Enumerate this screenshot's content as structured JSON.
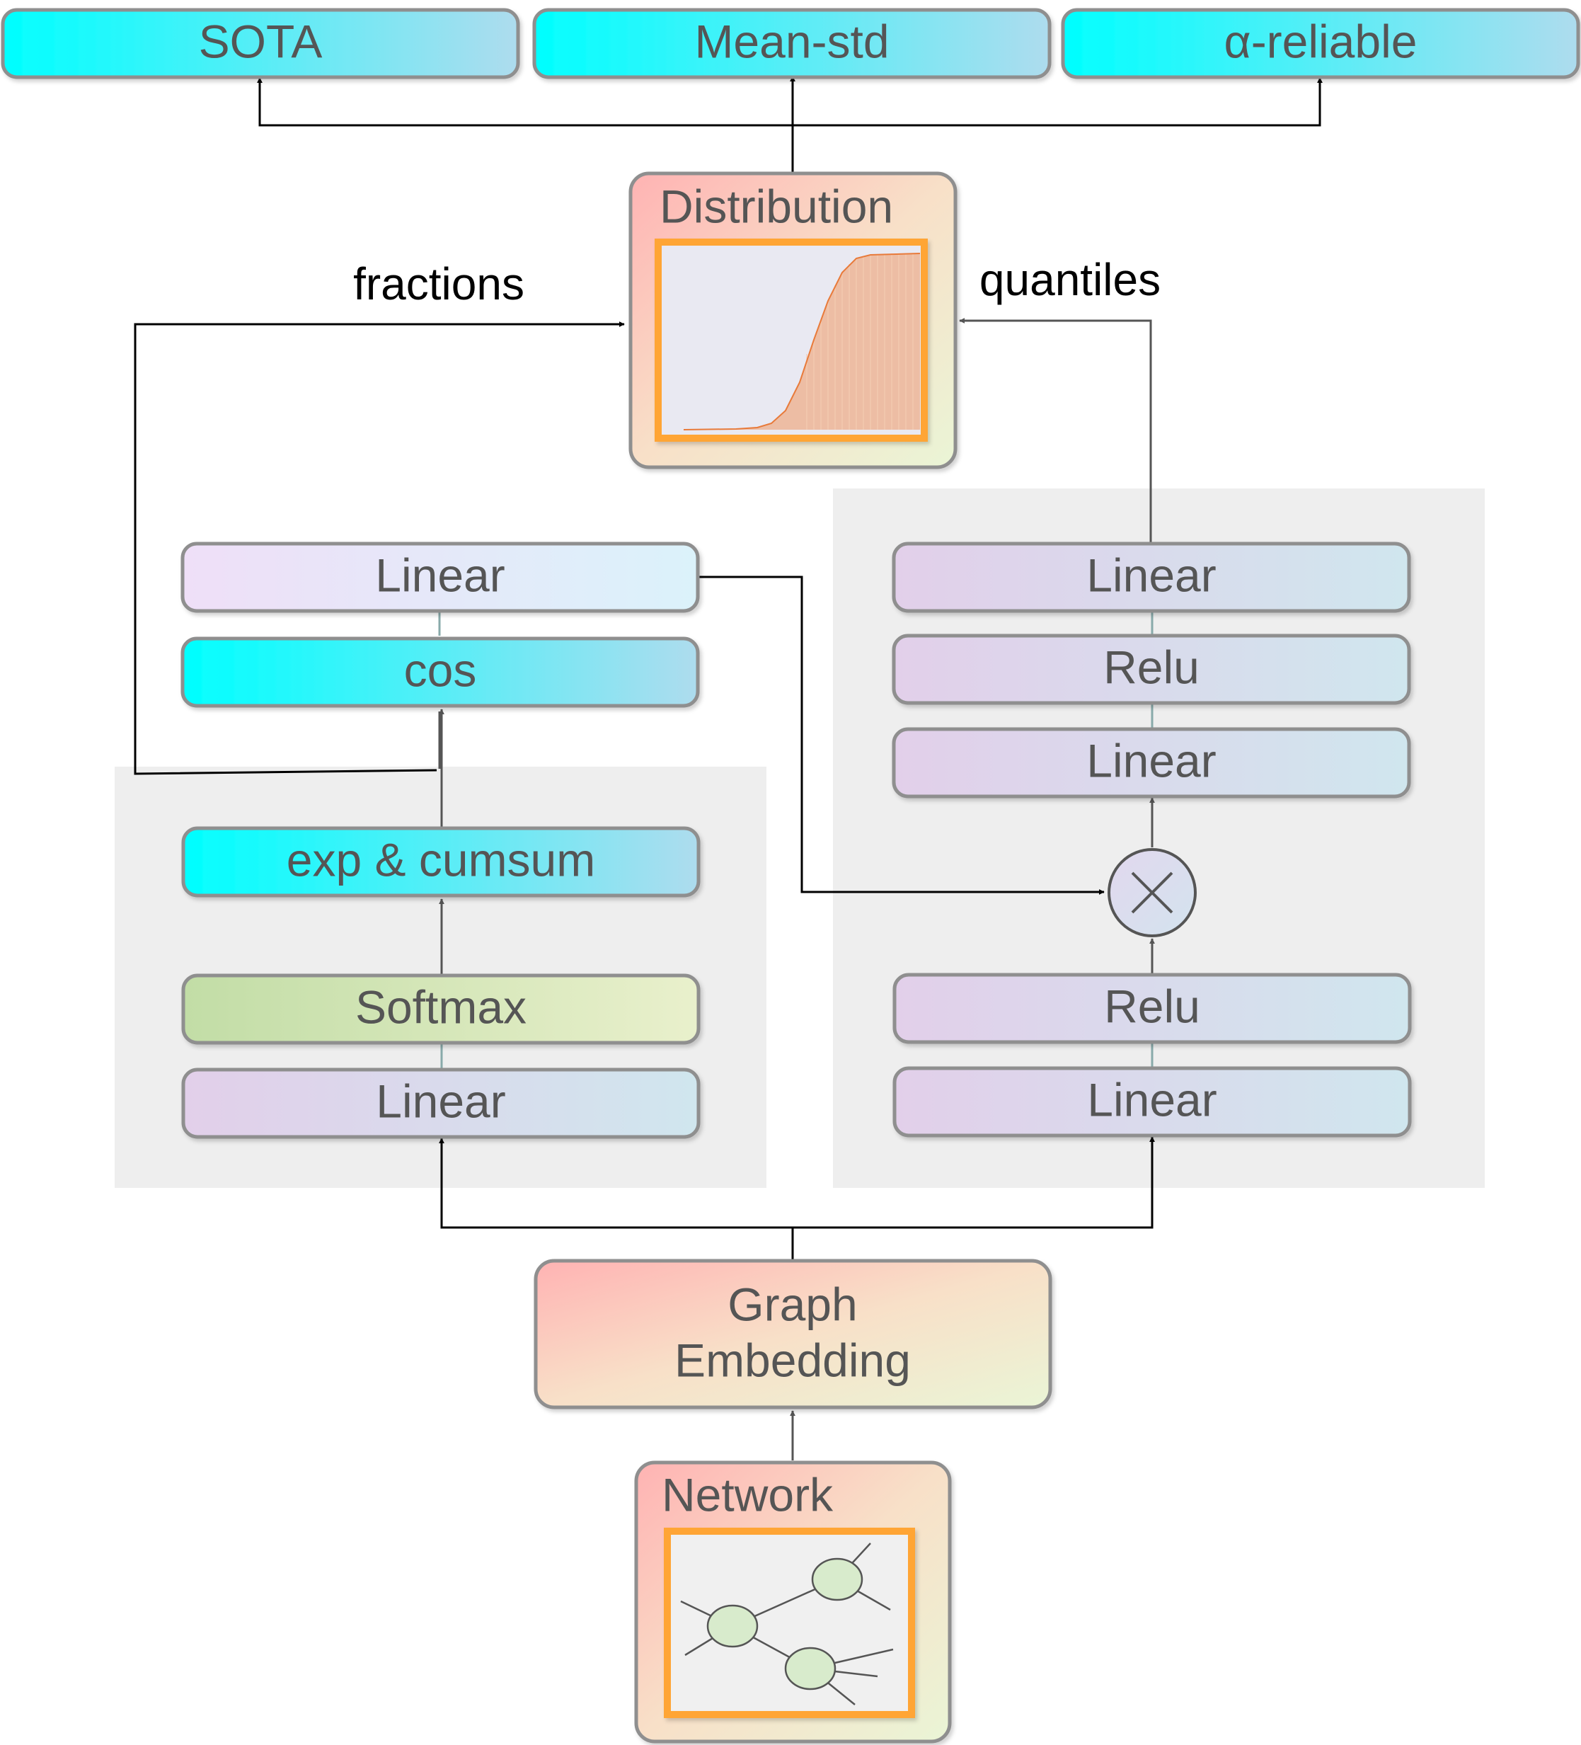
{
  "outputs": {
    "sota": "SOTA",
    "mean_std": "Mean-std",
    "alpha_reliable": "α-reliable"
  },
  "distribution": {
    "title": "Distribution"
  },
  "edge_labels": {
    "fractions": "fractions",
    "quantiles": "quantiles"
  },
  "fraction_branch": {
    "linear_top": "Linear",
    "cos": "cos",
    "exp_cumsum": "exp & cumsum",
    "softmax": "Softmax",
    "linear_bottom": "Linear"
  },
  "quantile_branch": {
    "linear_top": "Linear",
    "relu_top": "Relu",
    "linear_mid": "Linear",
    "multiply_symbol": "×",
    "relu_bottom": "Relu",
    "linear_bottom": "Linear"
  },
  "graph_embedding": {
    "line1": "Graph",
    "line2": "Embedding"
  },
  "network": {
    "title": "Network"
  },
  "colors": {
    "cyan_gradient": [
      "#00ffff",
      "#aedcee"
    ],
    "purple_gradient": [
      "#e2cfea",
      "#d0e6ee"
    ],
    "green_gradient": [
      "#c2dda6",
      "#e9f0cc"
    ],
    "warm_gradient": [
      "#ffb3b3",
      "#eaf5d6"
    ],
    "frame_orange": "#ffa534",
    "box_border": "#8f8f8f",
    "panel_gray": "#eeeeee"
  }
}
